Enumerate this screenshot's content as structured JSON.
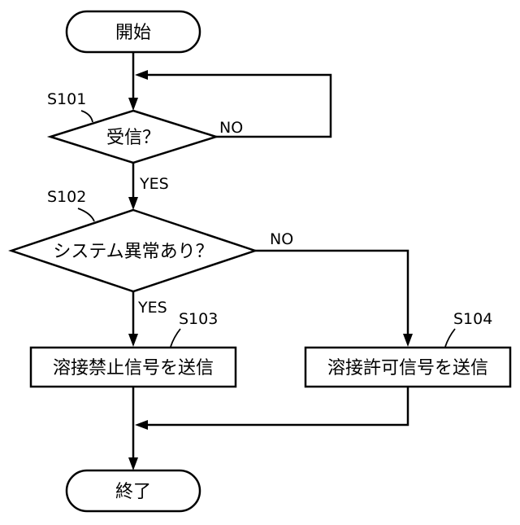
{
  "diagram": {
    "start": "開始",
    "decision_receive": "受信？",
    "decision_system_error": "システム異常あり？",
    "process_prohibit": "溶接禁止信号を送信",
    "process_permit": "溶接許可信号を送信",
    "end": "終了",
    "step_labels": {
      "s101": "S101",
      "s102": "S102",
      "s103": "S103",
      "s104": "S104"
    },
    "edge_labels": {
      "receive_no": "NO",
      "receive_yes": "YES",
      "error_no": "NO",
      "error_yes": "YES"
    }
  }
}
